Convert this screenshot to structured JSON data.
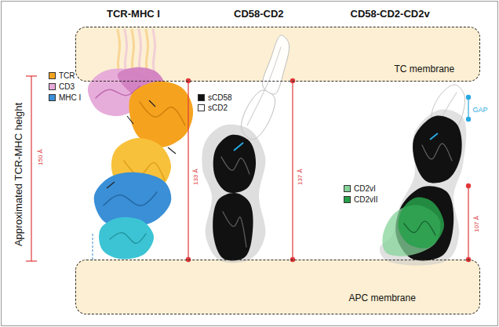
{
  "diagram": {
    "nodes": [
      {
        "text": [
          "TC membrane"
        ]
      },
      {
        "text": [
          "APC membrane"
        ]
      }
    ],
    "labels": [
      "TCR-MHC I",
      "CD58-CD2",
      "CD58-CD2-CD2v",
      "Approximated TCR-MHC height",
      "150 Å",
      "133 Å",
      "137 Å",
      "107 Å",
      "GAP"
    ],
    "legend": [
      {
        "text": "TCR",
        "color": "#f5a31f"
      },
      {
        "text": "CD3",
        "color": "#e6a9d8"
      },
      {
        "text": "MHC I",
        "color": "#3a8fd6"
      },
      {
        "text": "sCD58",
        "color": "#111111"
      },
      {
        "text": "sCD2",
        "color": "#ffffff"
      },
      {
        "text": "CD2vI",
        "color": "#86d39a"
      },
      {
        "text": "CD2vII",
        "color": "#27a04a"
      }
    ]
  }
}
